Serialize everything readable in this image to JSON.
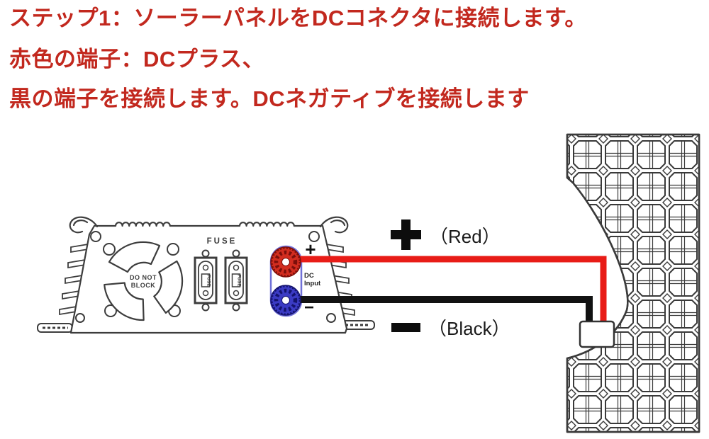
{
  "instructions": {
    "line1": "ステップ1：ソーラーパネルをDCコネクタに接続します。",
    "line2": "赤色の端子：DCプラス、",
    "line3": "黒の端子を接続します。DCネガティブを接続します",
    "text_color": "#c2281e"
  },
  "device": {
    "fan_warning_line1": "DO NOT",
    "fan_warning_line2": "BLOCK",
    "fuse_section_label": "FUSE",
    "fuse_unit_label": "FUSE",
    "dc_input_line1": "DC",
    "dc_input_line2": "Input",
    "terminal_plus_marking": "+",
    "terminal_minus_marking": "−"
  },
  "wiring": {
    "positive": {
      "symbol": "+",
      "label": "（Red）",
      "wire_color": "#e81c17"
    },
    "negative": {
      "symbol": "−",
      "label": "（Black）",
      "wire_color": "#121212"
    }
  },
  "colors": {
    "line_art": "#3d3d3d",
    "terminal_red": "#d22d20",
    "terminal_red_dark": "#7c0f0b",
    "terminal_blue": "#3b3bc4",
    "terminal_blue_dark": "#14136e",
    "stadium_outline": "#7070d8"
  }
}
